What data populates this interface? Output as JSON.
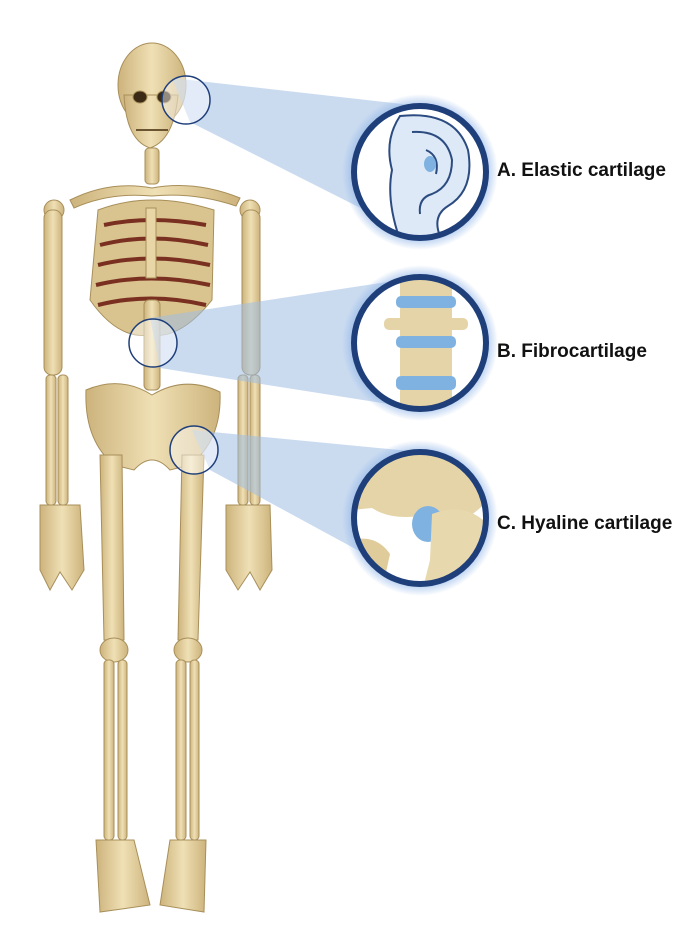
{
  "callouts": [
    {
      "id": "A",
      "label": "A. Elastic cartilage",
      "region": "ear"
    },
    {
      "id": "B",
      "label": "B. Fibrocartilage",
      "region": "intervertebral-disc"
    },
    {
      "id": "C",
      "label": "C. Hyaline cartilage",
      "region": "hip-joint"
    }
  ],
  "colors": {
    "bone": "#e6d3a3",
    "bone_dark": "#c2a86f",
    "cartilage": "#7fb2e0",
    "ring": "#1f3f7a",
    "ring_glow": "#8fb4e8",
    "beam": "#9fbde4",
    "rib_muscle": "#7a3020"
  }
}
